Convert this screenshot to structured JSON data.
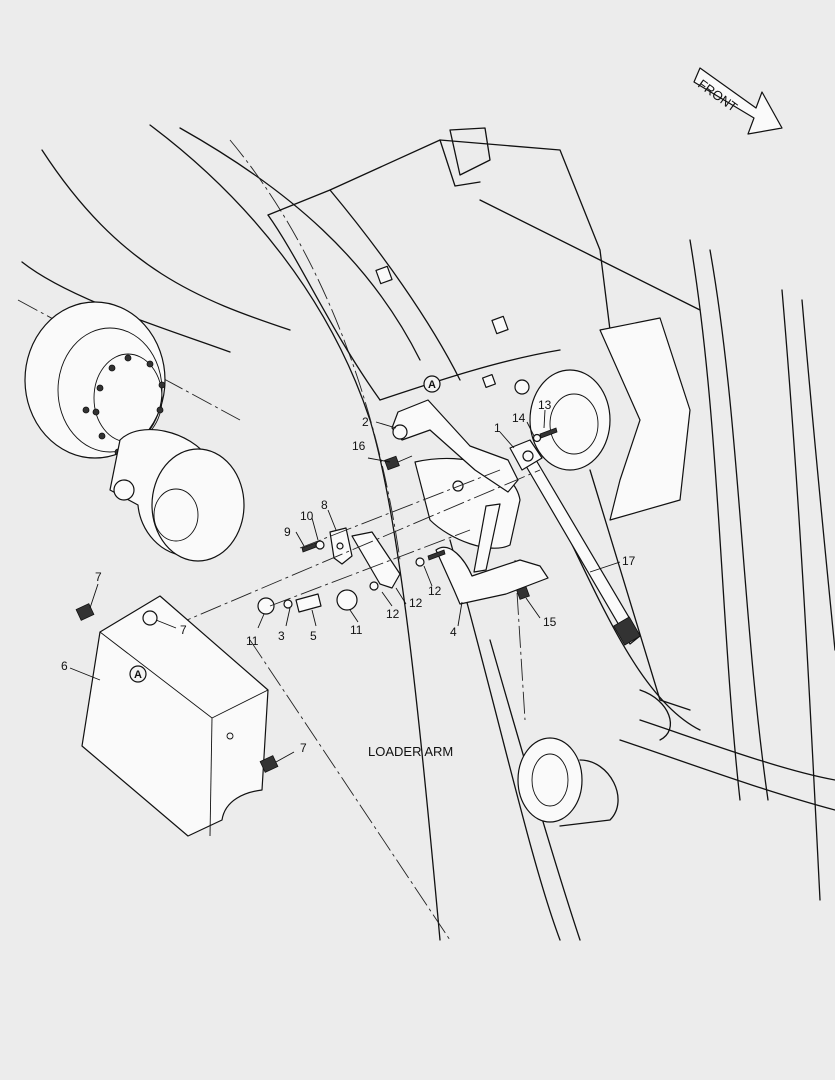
{
  "direction_label": "FRONT",
  "region_label": "LOADER ARM",
  "callouts": [
    "1",
    "2",
    "3",
    "4",
    "5",
    "6",
    "7",
    "7",
    "7",
    "8",
    "9",
    "10",
    "11",
    "11",
    "12",
    "12",
    "12",
    "13",
    "14",
    "15",
    "16",
    "17"
  ],
  "reference_markers": [
    "A",
    "A"
  ]
}
